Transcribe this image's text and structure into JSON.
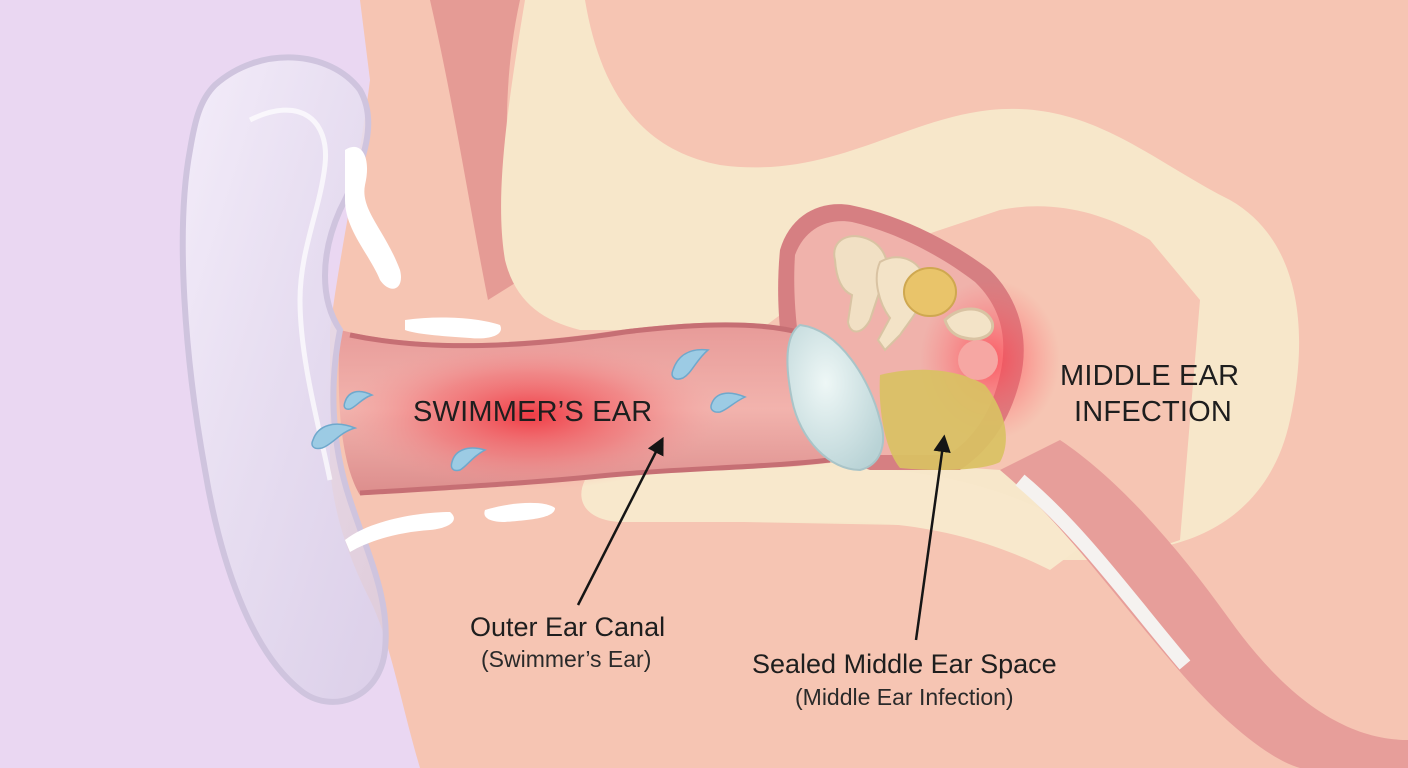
{
  "labels": {
    "swimmers_ear": "SWIMMER’S EAR",
    "middle_ear_infection_line1": "MIDDLE EAR",
    "middle_ear_infection_line2": "INFECTION",
    "outer_canal_title": "Outer Ear Canal",
    "outer_canal_sub": "(Swimmer’s Ear)",
    "sealed_space_title": "Sealed Middle Ear Space",
    "sealed_space_sub": "(Middle Ear Infection)"
  },
  "colors": {
    "background": "#ead7f2",
    "skin": "#f6c5b3",
    "bone": "#f7e7ca",
    "canal_wall": "#d98b88",
    "inflammation": "#f0404a",
    "fluid": "#d9c163",
    "water_drop": "#9ccbe4",
    "arrow": "#151515"
  }
}
